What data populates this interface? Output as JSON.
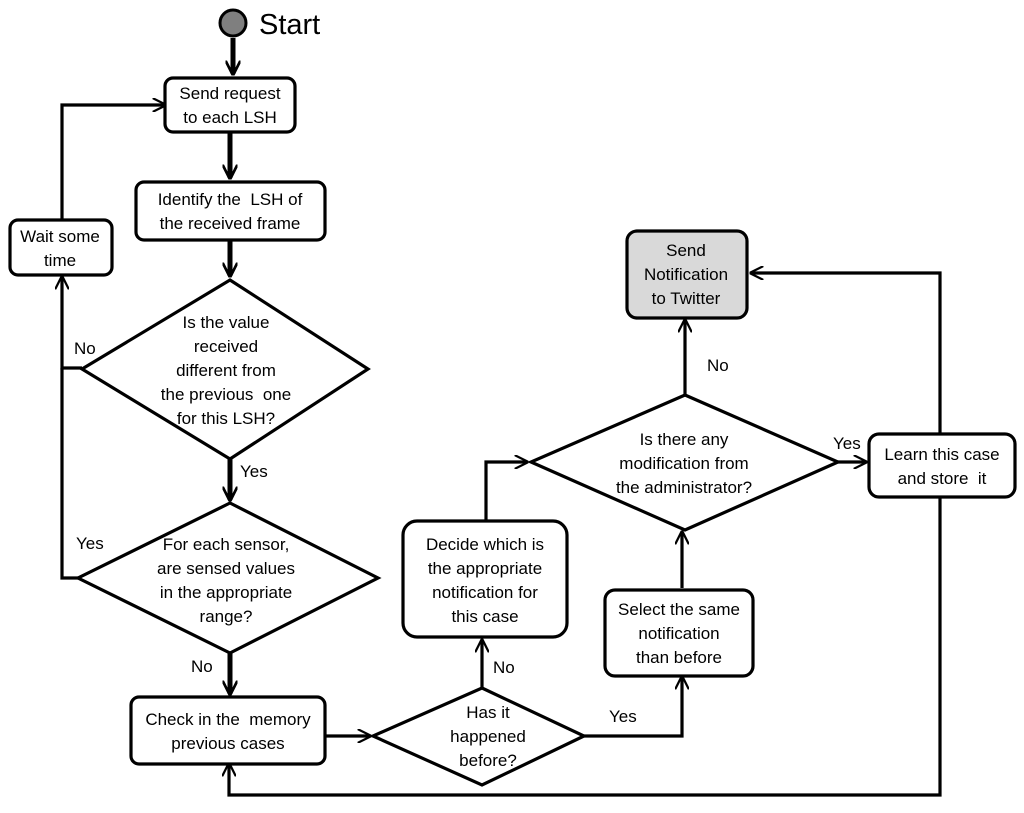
{
  "start": {
    "label": "Start"
  },
  "nodes": {
    "send_request": [
      "Send request",
      "to each LSH"
    ],
    "identify_lsh": [
      "Identify the  LSH of",
      "the received frame"
    ],
    "wait": [
      "Wait some",
      "time"
    ],
    "value_different": [
      "Is the value",
      "received",
      "different from",
      "the previous  one",
      "for this LSH?"
    ],
    "sensed_range": [
      "For each sensor,",
      "are sensed values",
      "in the appropriate",
      "range?"
    ],
    "check_memory": [
      "Check in the  memory",
      "previous cases"
    ],
    "happened_before": [
      "Has it",
      "happened",
      "before?"
    ],
    "decide_notification": [
      "Decide which is",
      "the appropriate",
      "notification for",
      "this case"
    ],
    "select_same": [
      "Select the same",
      "notification",
      "than before"
    ],
    "modification": [
      "Is there any",
      "modification from",
      "the administrator?"
    ],
    "send_twitter": [
      "Send",
      "Notification",
      "to Twitter"
    ],
    "learn_case": [
      "Learn this case",
      "and store  it"
    ]
  },
  "edge_labels": {
    "no_value_different": "No",
    "yes_value_different": "Yes",
    "yes_sensed_range": "Yes",
    "no_sensed_range": "No",
    "no_happened": "No",
    "yes_happened": "Yes",
    "no_modification": "No",
    "yes_modification": "Yes"
  },
  "colors": {
    "start_dot": "#7f7f7f",
    "highlight_fill": "#d9d9d9",
    "stroke": "#000000"
  }
}
